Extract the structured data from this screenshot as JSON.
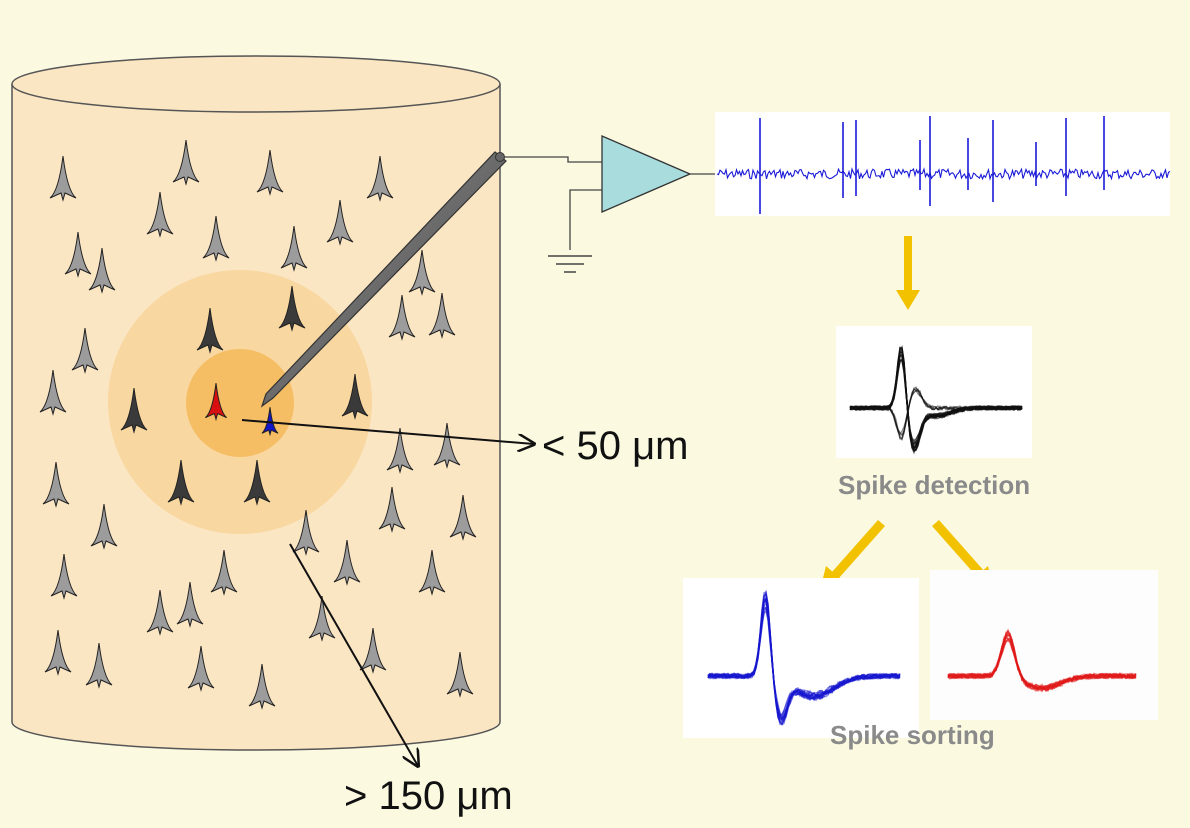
{
  "labels": {
    "near_distance": "< 50 μm",
    "far_distance": "> 150 μm",
    "detection_caption": "Spike detection",
    "sorting_caption": "Spike sorting"
  },
  "neurons": {
    "near_unit_a_color": "#d80f0f",
    "near_unit_b_color": "#1515c8",
    "close_neuron_color": "#3a3a3a",
    "far_neuron_color": "#9c9c9c"
  },
  "colors": {
    "background": "#fbfae1",
    "tissue": "#fbe6c4",
    "arrow": "#f2c200",
    "raw_trace": "#1a1ad8",
    "amplifier": "#a9dcdc",
    "sorted_unit_1": "#1515d0",
    "sorted_unit_2": "#e01818",
    "detected_waveforms": "#111111"
  }
}
